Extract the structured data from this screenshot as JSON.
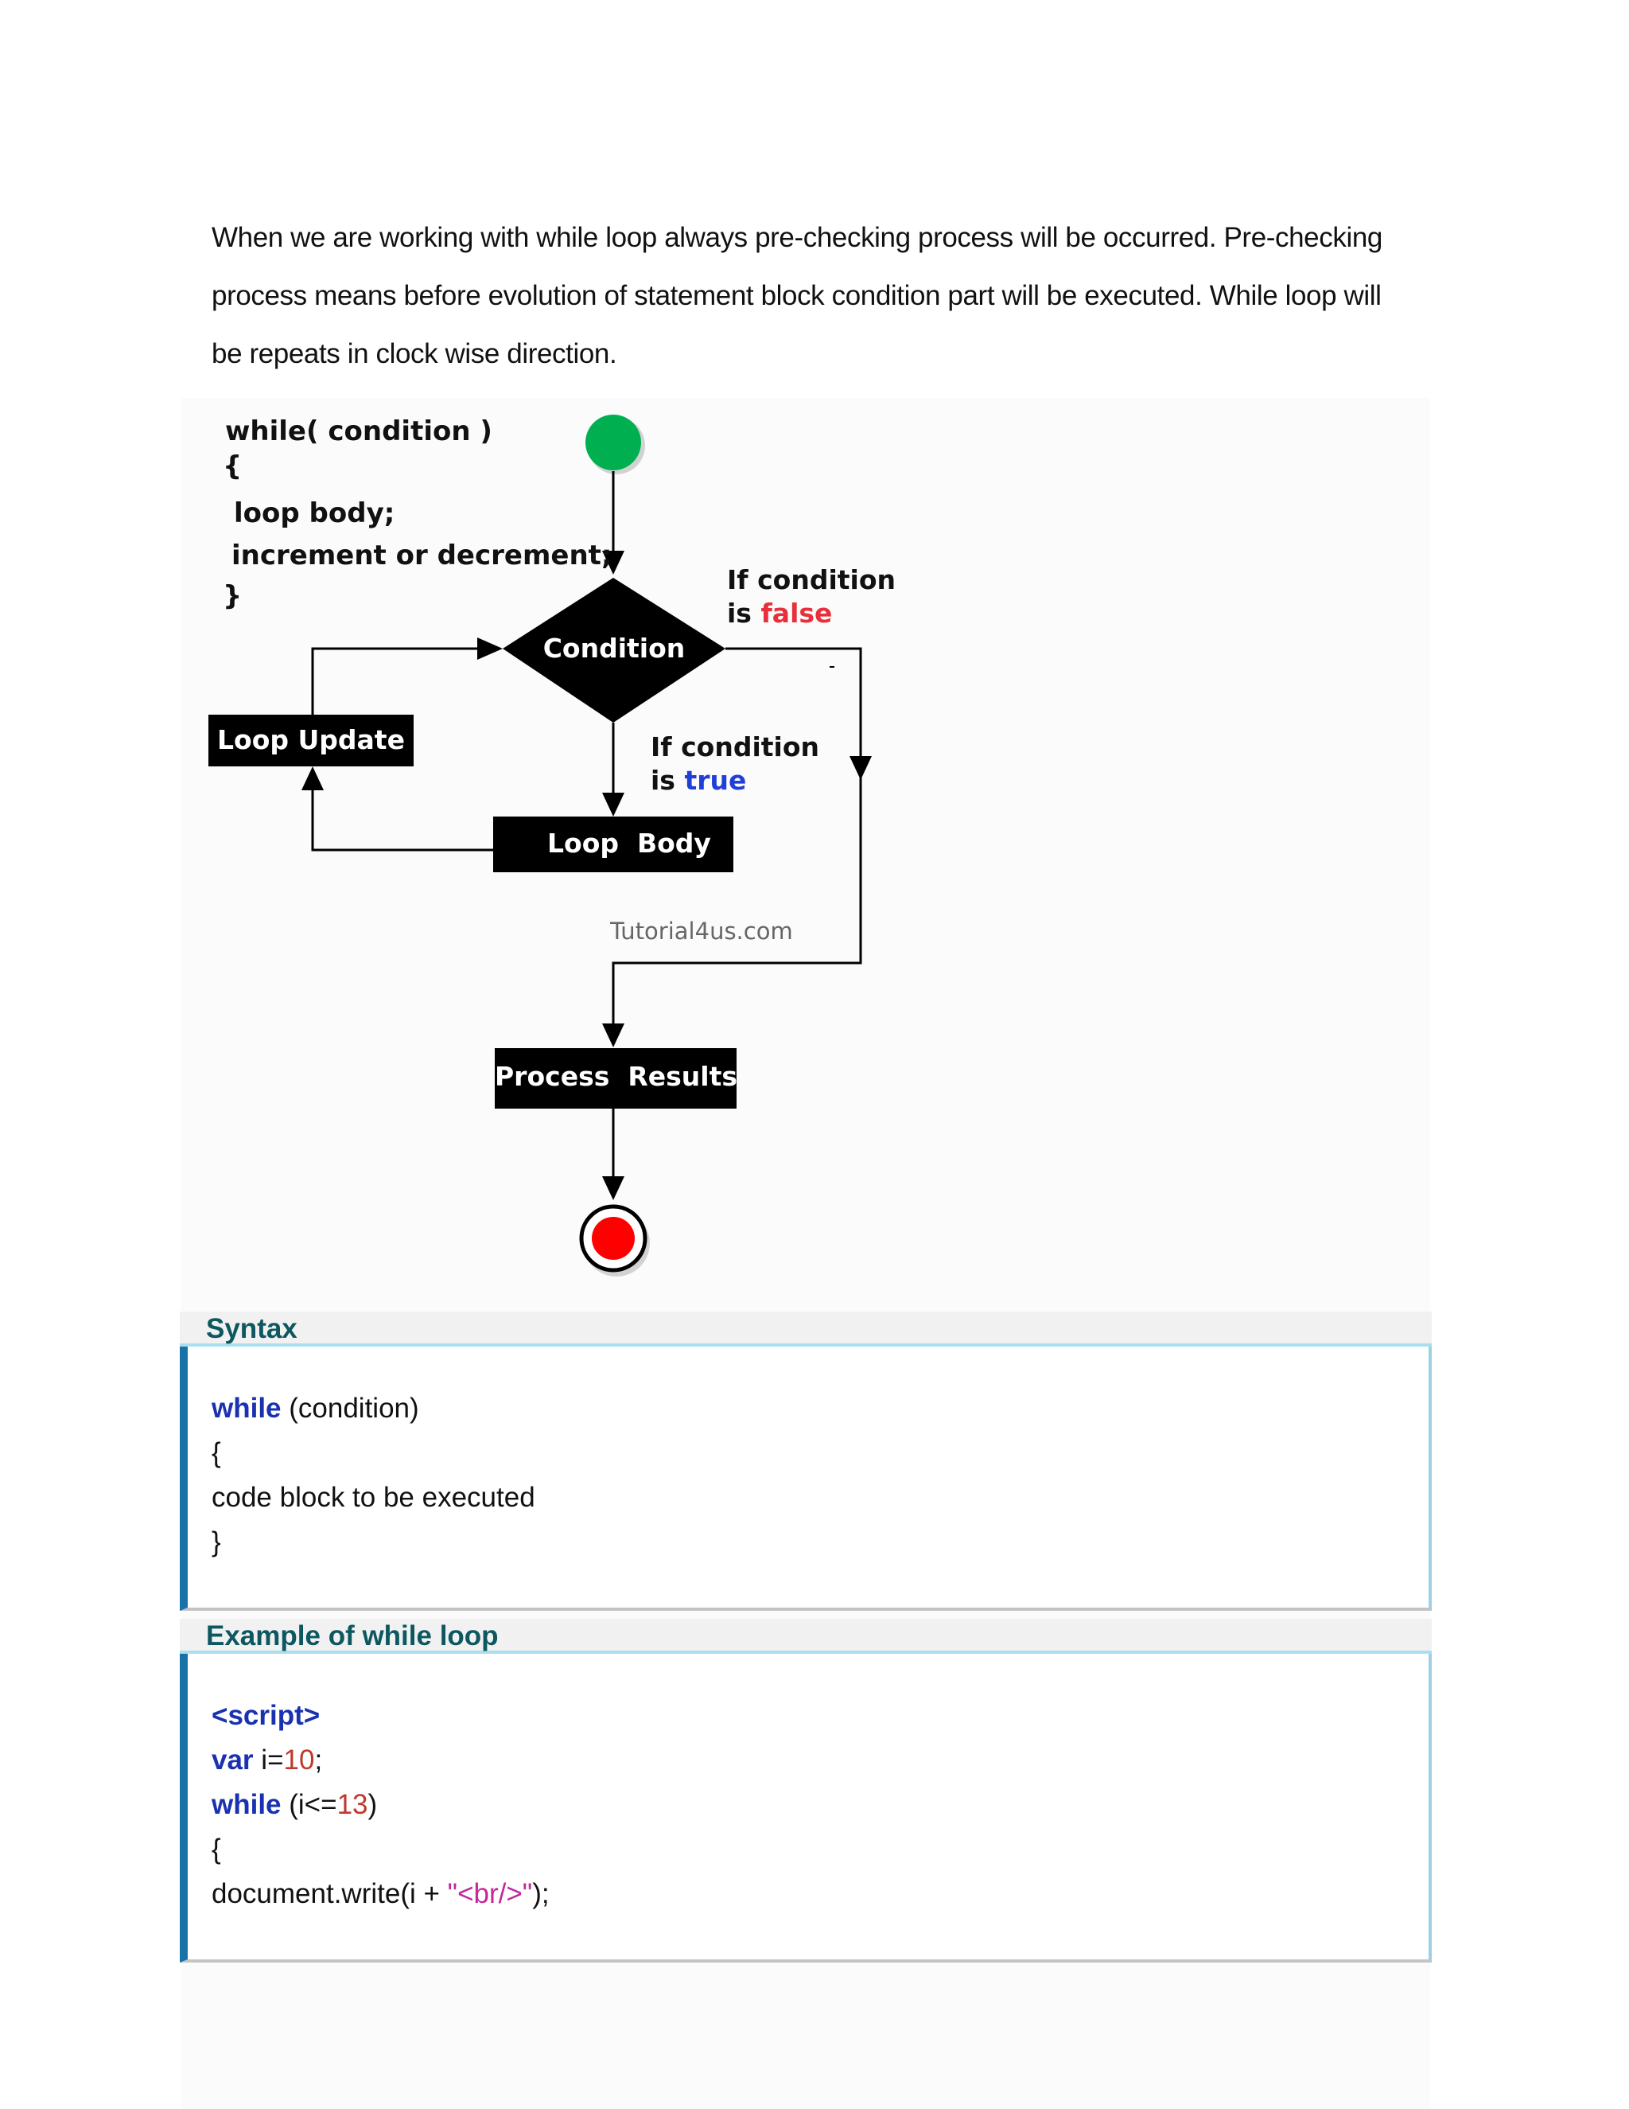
{
  "intro": {
    "lines": [
      "When we are working with while loop always pre-checking process will be occurred. Pre-checking",
      "process means before evolution of statement block condition part will be executed. While loop will",
      "be repeats in clock wise direction."
    ]
  },
  "diagram": {
    "code_lines": [
      "while( condition )",
      "{",
      "loop body;",
      "increment or decrement;",
      "}"
    ],
    "condition_label": "Condition",
    "loop_update_label": "Loop Update",
    "loop_body_label": "Loop  Body",
    "process_results_label": "Process  Results",
    "false_note": {
      "prefix": "If condition",
      "is": "is ",
      "value": "false"
    },
    "true_note": {
      "prefix": "If condition",
      "is": "is ",
      "value": "true"
    },
    "watermark": "Tutorial4us.com",
    "colors": {
      "start": "#00b050",
      "end": "#ff0000",
      "false": "#e8303a",
      "true": "#1f3fd6"
    }
  },
  "syntax": {
    "title": "Syntax",
    "kw": "while",
    "rest": " (condition)",
    "open": "{",
    "body": "code block to be executed",
    "close": "}"
  },
  "example": {
    "title": "Example of while loop",
    "script_tag": "<script>",
    "var_kw": "var",
    "var_rest": " i=",
    "var_num": "10",
    "var_end": ";",
    "while_kw": "while",
    "while_rest": " (i<=",
    "while_num": "13",
    "while_end": ")",
    "open": "{",
    "doc_a": "document.write(i + ",
    "doc_str": "\"<br/>\"",
    "doc_b": ");"
  }
}
